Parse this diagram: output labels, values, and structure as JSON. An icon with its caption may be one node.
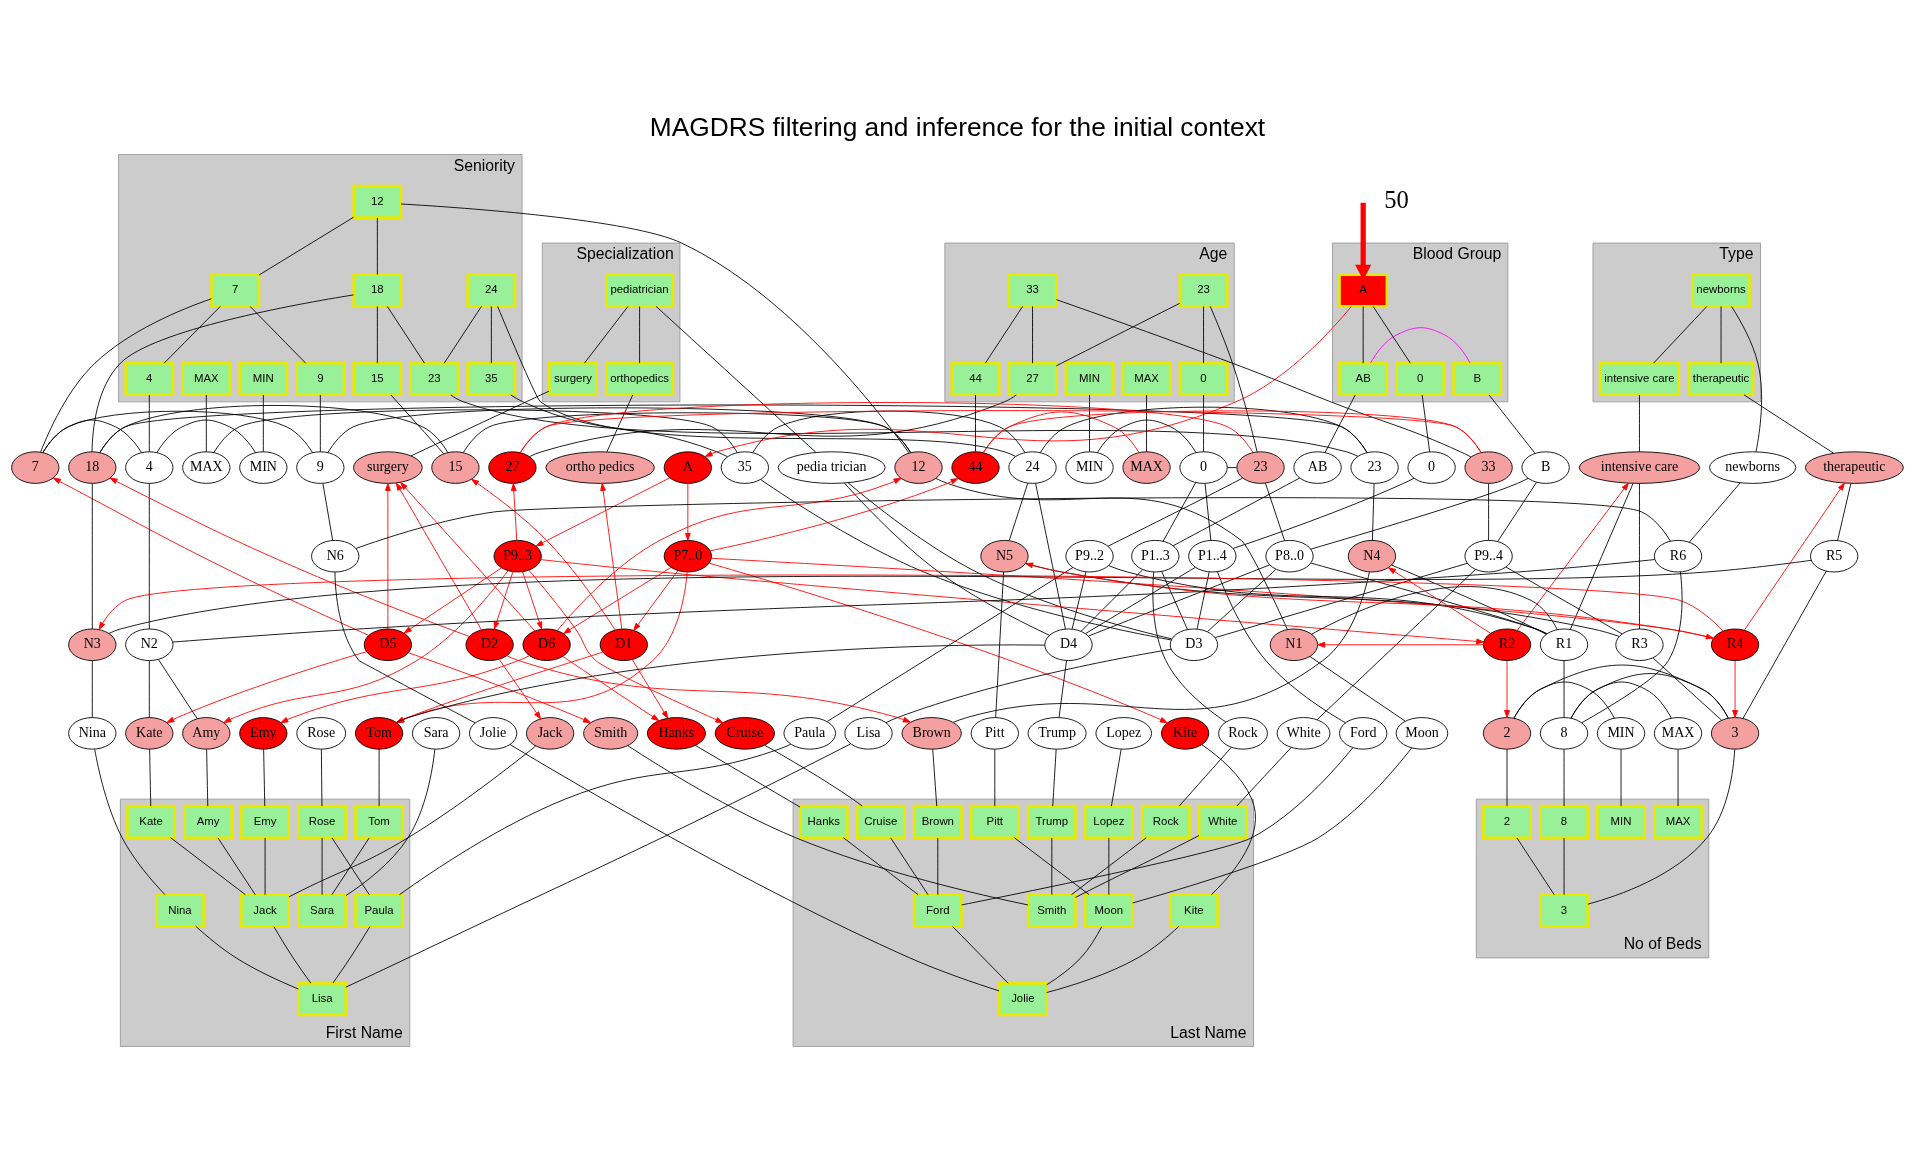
{
  "diagram": {
    "title": "MAGDRS filtering and inference for the initial context",
    "nodes": [
      {
        "text": [
          "Specialization"
        ]
      },
      {
        "text": [
          "pediatrician"
        ],
        "in": 0
      },
      {
        "text": [
          "orthopedics"
        ],
        "in": 0
      },
      {
        "text": [
          "surgery"
        ],
        "in": 0
      },
      {
        "text": [
          "Seniority"
        ]
      },
      {
        "text": [
          "12"
        ],
        "in": 4
      },
      {
        "text": [
          "7"
        ],
        "in": 4
      },
      {
        "text": [
          "18"
        ],
        "in": 4
      },
      {
        "text": [
          "24"
        ],
        "in": 4
      },
      {
        "text": [
          "MIN"
        ],
        "in": 4
      },
      {
        "text": [
          "4"
        ],
        "in": 4
      },
      {
        "text": [
          "9"
        ],
        "in": 4
      },
      {
        "text": [
          "15"
        ],
        "in": 4
      },
      {
        "text": [
          "23"
        ],
        "in": 4
      },
      {
        "text": [
          "35"
        ],
        "in": 4
      },
      {
        "text": [
          "MAX"
        ],
        "in": 4
      },
      {
        "text": [
          "Blood Group"
        ]
      },
      {
        "text": [
          "A"
        ],
        "in": 16
      },
      {
        "text": [
          "0"
        ],
        "in": 16
      },
      {
        "text": [
          "AB"
        ],
        "in": 16
      },
      {
        "text": [
          "B"
        ],
        "in": 16
      },
      {
        "text": [
          "Age"
        ]
      },
      {
        "text": [
          "23"
        ],
        "in": 21
      },
      {
        "text": [
          "33"
        ],
        "in": 21
      },
      {
        "text": [
          "MIN"
        ],
        "in": 21
      },
      {
        "text": [
          "0"
        ],
        "in": 21
      },
      {
        "text": [
          "27"
        ],
        "in": 21
      },
      {
        "text": [
          "44"
        ],
        "in": 21
      },
      {
        "text": [
          "MAX"
        ],
        "in": 21
      },
      {
        "text": [
          "Type"
        ]
      },
      {
        "text": [
          "newborns"
        ],
        "in": 29
      },
      {
        "text": [
          "intensive care"
        ],
        "in": 29
      },
      {
        "text": [
          "therapeutic"
        ],
        "in": 29
      },
      {
        "text": [
          "ortho pedics"
        ]
      },
      {
        "text": [
          "pedia trician"
        ]
      },
      {
        "text": [
          "surgery"
        ]
      },
      {
        "text": [
          "MIN"
        ]
      },
      {
        "text": [
          "4"
        ]
      },
      {
        "text": [
          "7"
        ]
      },
      {
        "text": [
          "9"
        ]
      },
      {
        "text": [
          "12"
        ]
      },
      {
        "text": [
          "15"
        ]
      },
      {
        "text": [
          "18"
        ]
      },
      {
        "text": [
          "23"
        ]
      },
      {
        "text": [
          "24"
        ]
      },
      {
        "text": [
          "35"
        ]
      },
      {
        "text": [
          "MAX"
        ]
      },
      {
        "text": [
          "0"
        ]
      },
      {
        "text": [
          "A"
        ]
      },
      {
        "text": [
          "AB"
        ]
      },
      {
        "text": [
          "B"
        ]
      },
      {
        "text": [
          "MIN"
        ]
      },
      {
        "text": [
          "0"
        ]
      },
      {
        "text": [
          "23"
        ]
      },
      {
        "text": [
          "27"
        ]
      },
      {
        "text": [
          "33"
        ]
      },
      {
        "text": [
          "44"
        ]
      },
      {
        "text": [
          "MAX"
        ]
      },
      {
        "text": [
          "intensive care"
        ]
      },
      {
        "text": [
          "newborns"
        ]
      },
      {
        "text": [
          "therapeutic"
        ]
      },
      {
        "text": [
          "P1..4"
        ]
      },
      {
        "text": [
          "P1..3"
        ]
      },
      {
        "text": [
          "P7..0"
        ]
      },
      {
        "text": [
          "P8..0"
        ]
      },
      {
        "text": [
          "P9..3"
        ]
      },
      {
        "text": [
          "P9..4"
        ]
      },
      {
        "text": [
          "P9..2"
        ]
      },
      {
        "text": [
          "D1"
        ]
      },
      {
        "text": [
          "D2"
        ]
      },
      {
        "text": [
          "D3"
        ]
      },
      {
        "text": [
          "D4"
        ]
      },
      {
        "text": [
          "D5"
        ]
      },
      {
        "text": [
          "D6"
        ]
      },
      {
        "text": [
          "N1"
        ]
      },
      {
        "text": [
          "N2"
        ]
      },
      {
        "text": [
          "N3"
        ]
      },
      {
        "text": [
          "N4"
        ]
      },
      {
        "text": [
          "N5"
        ]
      },
      {
        "text": [
          "N6"
        ]
      },
      {
        "text": [
          "R1"
        ]
      },
      {
        "text": [
          "R2"
        ]
      },
      {
        "text": [
          "R3"
        ]
      },
      {
        "text": [
          "R4"
        ]
      },
      {
        "text": [
          "R5"
        ]
      },
      {
        "text": [
          "R6"
        ]
      },
      {
        "text": [
          "Amy"
        ]
      },
      {
        "text": [
          "Emy"
        ]
      },
      {
        "text": [
          "Jack"
        ]
      },
      {
        "text": [
          "Kate"
        ]
      },
      {
        "text": [
          "Lisa"
        ]
      },
      {
        "text": [
          "Nina"
        ]
      },
      {
        "text": [
          "Paula"
        ]
      },
      {
        "text": [
          "Rose"
        ]
      },
      {
        "text": [
          "Sara"
        ]
      },
      {
        "text": [
          "Tom"
        ]
      },
      {
        "text": [
          "Brown"
        ]
      },
      {
        "text": [
          "Cruise"
        ]
      },
      {
        "text": [
          "Ford"
        ]
      },
      {
        "text": [
          "Hanks"
        ]
      },
      {
        "text": [
          "Jolie"
        ]
      },
      {
        "text": [
          "Kite"
        ]
      },
      {
        "text": [
          "Lopez"
        ]
      },
      {
        "text": [
          "Moon"
        ]
      },
      {
        "text": [
          "Pitt"
        ]
      },
      {
        "text": [
          "Rock"
        ]
      },
      {
        "text": [
          "Smith"
        ]
      },
      {
        "text": [
          "Trump"
        ]
      },
      {
        "text": [
          "White"
        ]
      },
      {
        "text": [
          "MIN"
        ]
      },
      {
        "text": [
          "2"
        ]
      },
      {
        "text": [
          "3"
        ]
      },
      {
        "text": [
          "8"
        ]
      },
      {
        "text": [
          "MAX"
        ]
      },
      {
        "text": [
          "First Name"
        ]
      },
      {
        "text": [
          "Amy"
        ],
        "in": 114
      },
      {
        "text": [
          "Emy"
        ],
        "in": 114
      },
      {
        "text": [
          "Kate"
        ],
        "in": 114
      },
      {
        "text": [
          "Nina"
        ],
        "in": 114
      },
      {
        "text": [
          "Rose"
        ],
        "in": 114
      },
      {
        "text": [
          "Tom"
        ],
        "in": 114
      },
      {
        "text": [
          "Jack"
        ],
        "in": 114
      },
      {
        "text": [
          "Paula"
        ],
        "in": 114
      },
      {
        "text": [
          "Sara"
        ],
        "in": 114
      },
      {
        "text": [
          "Lisa"
        ],
        "in": 114
      },
      {
        "text": [
          "Last Name"
        ]
      },
      {
        "text": [
          "Brown"
        ],
        "in": 125
      },
      {
        "text": [
          "Cruise"
        ],
        "in": 125
      },
      {
        "text": [
          "Hanks"
        ],
        "in": 125
      },
      {
        "text": [
          "Kite"
        ],
        "in": 125
      },
      {
        "text": [
          "Lopez"
        ],
        "in": 125
      },
      {
        "text": [
          "Pitt"
        ],
        "in": 125
      },
      {
        "text": [
          "Rock"
        ],
        "in": 125
      },
      {
        "text": [
          "Trump"
        ],
        "in": 125
      },
      {
        "text": [
          "White"
        ],
        "in": 125
      },
      {
        "text": [
          "Ford"
        ],
        "in": 125
      },
      {
        "text": [
          "Moon"
        ],
        "in": 125
      },
      {
        "text": [
          "Smith"
        ],
        "in": 125
      },
      {
        "text": [
          "Jolie"
        ],
        "in": 125
      },
      {
        "text": [
          "No of Beds"
        ]
      },
      {
        "text": [
          "MIN"
        ],
        "in": 139
      },
      {
        "text": [
          "2"
        ],
        "in": 139
      },
      {
        "text": [
          "8"
        ],
        "in": 139
      },
      {
        "text": [
          "MAX"
        ],
        "in": 139
      },
      {
        "text": [
          "3"
        ],
        "in": 139
      }
    ],
    "edges": [
      {
        "from": 1,
        "to": 2,
        "arrow": "none"
      },
      {
        "from": 1,
        "to": 3,
        "arrow": "none"
      },
      {
        "from": 5,
        "to": 6,
        "arrow": "none"
      },
      {
        "from": 5,
        "to": 7,
        "arrow": "none"
      },
      {
        "from": 6,
        "to": 10,
        "arrow": "none"
      },
      {
        "from": 6,
        "to": 11,
        "arrow": "none"
      },
      {
        "from": 7,
        "to": 12,
        "arrow": "none"
      },
      {
        "from": 7,
        "to": 13,
        "arrow": "none"
      },
      {
        "from": 8,
        "to": 13,
        "arrow": "none"
      },
      {
        "from": 8,
        "to": 14,
        "arrow": "none"
      },
      {
        "from": 17,
        "to": 18,
        "arrow": "none"
      },
      {
        "from": 17,
        "to": 19,
        "arrow": "none"
      },
      {
        "from": 19,
        "to": 20,
        "arrow": "none",
        "color": "#ff00ff"
      },
      {
        "from": 22,
        "to": 25,
        "arrow": "none"
      },
      {
        "from": 22,
        "to": 26,
        "arrow": "none"
      },
      {
        "from": 23,
        "to": 26,
        "arrow": "none"
      },
      {
        "from": 23,
        "to": 27,
        "arrow": "none"
      },
      {
        "from": 30,
        "to": 31,
        "arrow": "none"
      },
      {
        "from": 30,
        "to": 32,
        "arrow": "none"
      },
      {
        "from": 121,
        "to": 115,
        "arrow": "none"
      },
      {
        "from": 121,
        "to": 116,
        "arrow": "none"
      },
      {
        "from": 121,
        "to": 117,
        "arrow": "none"
      },
      {
        "from": 124,
        "to": 121,
        "arrow": "none"
      },
      {
        "from": 124,
        "to": 118,
        "arrow": "none"
      },
      {
        "from": 124,
        "to": 122,
        "arrow": "none"
      },
      {
        "from": 122,
        "to": 119,
        "arrow": "none"
      },
      {
        "from": 123,
        "to": 119,
        "arrow": "none"
      },
      {
        "from": 123,
        "to": 120,
        "arrow": "none"
      },
      {
        "from": 135,
        "to": 126,
        "arrow": "none"
      },
      {
        "from": 135,
        "to": 127,
        "arrow": "none"
      },
      {
        "from": 135,
        "to": 128,
        "arrow": "none"
      },
      {
        "from": 138,
        "to": 135,
        "arrow": "none"
      },
      {
        "from": 138,
        "to": 129,
        "arrow": "none"
      },
      {
        "from": 138,
        "to": 136,
        "arrow": "none"
      },
      {
        "from": 136,
        "to": 130,
        "arrow": "none"
      },
      {
        "from": 136,
        "to": 131,
        "arrow": "none"
      },
      {
        "from": 137,
        "to": 132,
        "arrow": "none"
      },
      {
        "from": 137,
        "to": 133,
        "arrow": "none"
      },
      {
        "from": 137,
        "to": 134,
        "arrow": "none"
      },
      {
        "from": 144,
        "to": 141,
        "arrow": "none"
      },
      {
        "from": 144,
        "to": 142,
        "arrow": "none"
      },
      {
        "from": null,
        "to": 17,
        "arrow": "to",
        "style": "thick",
        "color": "#ff0000"
      },
      {
        "from": 2,
        "to": 33,
        "arrow": "none"
      },
      {
        "from": 1,
        "to": 34,
        "arrow": "none"
      },
      {
        "from": 3,
        "to": 35,
        "arrow": "none"
      },
      {
        "from": 9,
        "to": 36,
        "arrow": "none"
      },
      {
        "from": 10,
        "to": 37,
        "arrow": "none"
      },
      {
        "from": 6,
        "to": 38,
        "arrow": "none"
      },
      {
        "from": 11,
        "to": 39,
        "arrow": "none"
      },
      {
        "from": 5,
        "to": 40,
        "arrow": "none"
      },
      {
        "from": 12,
        "to": 41,
        "arrow": "none"
      },
      {
        "from": 7,
        "to": 42,
        "arrow": "none"
      },
      {
        "from": 13,
        "to": 43,
        "arrow": "none"
      },
      {
        "from": 8,
        "to": 44,
        "arrow": "none"
      },
      {
        "from": 14,
        "to": 45,
        "arrow": "none"
      },
      {
        "from": 15,
        "to": 46,
        "arrow": "none"
      },
      {
        "from": 18,
        "to": 47,
        "arrow": "none"
      },
      {
        "from": 17,
        "to": 48,
        "arrow": "to",
        "color": "#ff0000"
      },
      {
        "from": 19,
        "to": 49,
        "arrow": "none"
      },
      {
        "from": 20,
        "to": 50,
        "arrow": "none"
      },
      {
        "from": 24,
        "to": 51,
        "arrow": "none"
      },
      {
        "from": 25,
        "to": 52,
        "arrow": "none"
      },
      {
        "from": 22,
        "to": 53,
        "arrow": "none"
      },
      {
        "from": 26,
        "to": 54,
        "arrow": "none"
      },
      {
        "from": 23,
        "to": 55,
        "arrow": "none"
      },
      {
        "from": 27,
        "to": 56,
        "arrow": "none"
      },
      {
        "from": 28,
        "to": 57,
        "arrow": "none"
      },
      {
        "from": 31,
        "to": 58,
        "arrow": "none"
      },
      {
        "from": 30,
        "to": 59,
        "arrow": "none"
      },
      {
        "from": 32,
        "to": 60,
        "arrow": "none"
      },
      {
        "from": 115,
        "to": 86,
        "arrow": "none"
      },
      {
        "from": 116,
        "to": 87,
        "arrow": "none"
      },
      {
        "from": 121,
        "to": 88,
        "arrow": "none"
      },
      {
        "from": 117,
        "to": 89,
        "arrow": "none"
      },
      {
        "from": 124,
        "to": 90,
        "arrow": "none"
      },
      {
        "from": 118,
        "to": 91,
        "arrow": "none"
      },
      {
        "from": 122,
        "to": 92,
        "arrow": "none"
      },
      {
        "from": 119,
        "to": 93,
        "arrow": "none"
      },
      {
        "from": 123,
        "to": 94,
        "arrow": "none"
      },
      {
        "from": 120,
        "to": 95,
        "arrow": "none"
      },
      {
        "from": 126,
        "to": 96,
        "arrow": "none"
      },
      {
        "from": 127,
        "to": 97,
        "arrow": "none"
      },
      {
        "from": 135,
        "to": 98,
        "arrow": "none"
      },
      {
        "from": 128,
        "to": 99,
        "arrow": "none"
      },
      {
        "from": 138,
        "to": 100,
        "arrow": "none"
      },
      {
        "from": 129,
        "to": 101,
        "arrow": "none"
      },
      {
        "from": 130,
        "to": 102,
        "arrow": "none"
      },
      {
        "from": 136,
        "to": 103,
        "arrow": "none"
      },
      {
        "from": 131,
        "to": 104,
        "arrow": "none"
      },
      {
        "from": 132,
        "to": 105,
        "arrow": "none"
      },
      {
        "from": 137,
        "to": 106,
        "arrow": "none"
      },
      {
        "from": 133,
        "to": 107,
        "arrow": "none"
      },
      {
        "from": 134,
        "to": 108,
        "arrow": "none"
      },
      {
        "from": 140,
        "to": 109,
        "arrow": "none"
      },
      {
        "from": 141,
        "to": 110,
        "arrow": "none"
      },
      {
        "from": 144,
        "to": 111,
        "arrow": "none"
      },
      {
        "from": 142,
        "to": 112,
        "arrow": "none"
      },
      {
        "from": 143,
        "to": 113,
        "arrow": "none"
      },
      {
        "from": 36,
        "to": 37,
        "arrow": "none"
      },
      {
        "from": 37,
        "to": 38,
        "arrow": "none"
      },
      {
        "from": 38,
        "to": 39,
        "arrow": "none"
      },
      {
        "from": 39,
        "to": 40,
        "arrow": "none"
      },
      {
        "from": 40,
        "to": 41,
        "arrow": "none"
      },
      {
        "from": 41,
        "to": 42,
        "arrow": "none"
      },
      {
        "from": 42,
        "to": 43,
        "arrow": "none"
      },
      {
        "from": 43,
        "to": 44,
        "arrow": "none"
      },
      {
        "from": 44,
        "to": 45,
        "arrow": "none"
      },
      {
        "from": 45,
        "to": 46,
        "arrow": "none"
      },
      {
        "from": 51,
        "to": 52,
        "arrow": "none"
      },
      {
        "from": 52,
        "to": 53,
        "arrow": "none"
      },
      {
        "from": 53,
        "to": 54,
        "arrow": "none",
        "color": "#ff0000"
      },
      {
        "from": 54,
        "to": 55,
        "arrow": "none",
        "color": "#ff0000"
      },
      {
        "from": 55,
        "to": 56,
        "arrow": "none",
        "color": "#ff0000"
      },
      {
        "from": 56,
        "to": 57,
        "arrow": "none",
        "color": "#ff0000"
      },
      {
        "from": 109,
        "to": 110,
        "arrow": "none"
      },
      {
        "from": 110,
        "to": 111,
        "arrow": "none"
      },
      {
        "from": 111,
        "to": 112,
        "arrow": "none"
      },
      {
        "from": 112,
        "to": 113,
        "arrow": "none"
      },
      {
        "from": 48,
        "to": 63,
        "arrow": "to",
        "color": "#ff0000"
      },
      {
        "from": 48,
        "to": 65,
        "arrow": "to",
        "color": "#ff0000"
      },
      {
        "from": 63,
        "to": 56,
        "arrow": "to",
        "color": "#ff0000"
      },
      {
        "from": 65,
        "to": 54,
        "arrow": "to",
        "color": "#ff0000"
      },
      {
        "from": 63,
        "to": 68,
        "arrow": "to",
        "color": "#ff0000"
      },
      {
        "from": 65,
        "to": 69,
        "arrow": "to",
        "color": "#ff0000"
      },
      {
        "from": 65,
        "to": 72,
        "arrow": "to",
        "color": "#ff0000"
      },
      {
        "from": 63,
        "to": 73,
        "arrow": "to",
        "color": "#ff0000"
      },
      {
        "from": 65,
        "to": 73,
        "arrow": "to",
        "color": "#ff0000"
      },
      {
        "from": 68,
        "to": 33,
        "arrow": "to",
        "color": "#ff0000"
      },
      {
        "from": 69,
        "to": 35,
        "arrow": "to",
        "color": "#ff0000"
      },
      {
        "from": 72,
        "to": 35,
        "arrow": "to",
        "color": "#ff0000"
      },
      {
        "from": 73,
        "to": 35,
        "arrow": "to",
        "color": "#ff0000"
      },
      {
        "from": 72,
        "to": 38,
        "arrow": "to",
        "color": "#ff0000"
      },
      {
        "from": 73,
        "to": 40,
        "arrow": "to",
        "color": "#ff0000"
      },
      {
        "from": 68,
        "to": 41,
        "arrow": "to",
        "color": "#ff0000"
      },
      {
        "from": 69,
        "to": 42,
        "arrow": "to",
        "color": "#ff0000"
      },
      {
        "from": 68,
        "to": 95,
        "arrow": "to",
        "color": "#ff0000"
      },
      {
        "from": 68,
        "to": 99,
        "arrow": "to",
        "color": "#ff0000"
      },
      {
        "from": 69,
        "to": 88,
        "arrow": "to",
        "color": "#ff0000"
      },
      {
        "from": 69,
        "to": 96,
        "arrow": "to",
        "color": "#ff0000"
      },
      {
        "from": 72,
        "to": 89,
        "arrow": "to",
        "color": "#ff0000"
      },
      {
        "from": 72,
        "to": 106,
        "arrow": "to",
        "color": "#ff0000"
      },
      {
        "from": 73,
        "to": 87,
        "arrow": "to",
        "color": "#ff0000"
      },
      {
        "from": 73,
        "to": 99,
        "arrow": "to",
        "color": "#ff0000"
      },
      {
        "from": 65,
        "to": 86,
        "arrow": "to",
        "color": "#ff0000"
      },
      {
        "from": 63,
        "to": 101,
        "arrow": "to",
        "color": "#ff0000"
      },
      {
        "from": 65,
        "to": 97,
        "arrow": "to",
        "color": "#ff0000"
      },
      {
        "from": 63,
        "to": 95,
        "arrow": "to",
        "color": "#ff0000"
      },
      {
        "from": 63,
        "to": 83,
        "arrow": "to",
        "color": "#ff0000"
      },
      {
        "from": 65,
        "to": 81,
        "arrow": "to",
        "color": "#ff0000"
      },
      {
        "from": 81,
        "to": 58,
        "arrow": "to",
        "color": "#ff0000"
      },
      {
        "from": 83,
        "to": 60,
        "arrow": "to",
        "color": "#ff0000"
      },
      {
        "from": 83,
        "to": 76,
        "arrow": "to",
        "color": "#ff0000"
      },
      {
        "from": 83,
        "to": 78,
        "arrow": "to",
        "color": "#ff0000"
      },
      {
        "from": 81,
        "to": 77,
        "arrow": "to",
        "color": "#ff0000"
      },
      {
        "from": 81,
        "to": 74,
        "arrow": "to",
        "color": "#ff0000"
      },
      {
        "from": 81,
        "to": 110,
        "arrow": "to",
        "color": "#ff0000"
      },
      {
        "from": 83,
        "to": 111,
        "arrow": "to",
        "color": "#ff0000"
      },
      {
        "from": 47,
        "to": 61,
        "arrow": "none"
      },
      {
        "from": 52,
        "to": 61,
        "arrow": "none"
      },
      {
        "from": 61,
        "to": 70,
        "arrow": "none"
      },
      {
        "from": 61,
        "to": 71,
        "arrow": "none"
      },
      {
        "from": 61,
        "to": 98,
        "arrow": "none"
      },
      {
        "from": 49,
        "to": 62,
        "arrow": "none"
      },
      {
        "from": 52,
        "to": 62,
        "arrow": "none"
      },
      {
        "from": 62,
        "to": 70,
        "arrow": "none"
      },
      {
        "from": 62,
        "to": 71,
        "arrow": "none"
      },
      {
        "from": 62,
        "to": 105,
        "arrow": "none"
      },
      {
        "from": 50,
        "to": 64,
        "arrow": "none"
      },
      {
        "from": 53,
        "to": 64,
        "arrow": "none"
      },
      {
        "from": 64,
        "to": 70,
        "arrow": "none"
      },
      {
        "from": 64,
        "to": 71,
        "arrow": "none"
      },
      {
        "from": 64,
        "to": 80,
        "arrow": "none"
      },
      {
        "from": 55,
        "to": 66,
        "arrow": "none"
      },
      {
        "from": 50,
        "to": 66,
        "arrow": "none"
      },
      {
        "from": 66,
        "to": 70,
        "arrow": "none"
      },
      {
        "from": 66,
        "to": 82,
        "arrow": "none"
      },
      {
        "from": 66,
        "to": 108,
        "arrow": "none"
      },
      {
        "from": 53,
        "to": 67,
        "arrow": "none"
      },
      {
        "from": 67,
        "to": 71,
        "arrow": "none"
      },
      {
        "from": 67,
        "to": 80,
        "arrow": "none"
      },
      {
        "from": 67,
        "to": 92,
        "arrow": "none"
      },
      {
        "from": 70,
        "to": 34,
        "arrow": "none"
      },
      {
        "from": 70,
        "to": 45,
        "arrow": "none"
      },
      {
        "from": 70,
        "to": 90,
        "arrow": "none"
      },
      {
        "from": 71,
        "to": 34,
        "arrow": "none"
      },
      {
        "from": 71,
        "to": 44,
        "arrow": "none"
      },
      {
        "from": 71,
        "to": 95,
        "arrow": "none"
      },
      {
        "from": 71,
        "to": 107,
        "arrow": "none"
      },
      {
        "from": 40,
        "to": 74,
        "arrow": "none"
      },
      {
        "from": 74,
        "to": 80,
        "arrow": "none"
      },
      {
        "from": 74,
        "to": 103,
        "arrow": "none"
      },
      {
        "from": 37,
        "to": 75,
        "arrow": "none"
      },
      {
        "from": 75,
        "to": 85,
        "arrow": "none"
      },
      {
        "from": 75,
        "to": 86,
        "arrow": "none"
      },
      {
        "from": 75,
        "to": 89,
        "arrow": "none"
      },
      {
        "from": 42,
        "to": 76,
        "arrow": "none"
      },
      {
        "from": 76,
        "to": 84,
        "arrow": "none"
      },
      {
        "from": 76,
        "to": 91,
        "arrow": "none"
      },
      {
        "from": 43,
        "to": 77,
        "arrow": "none"
      },
      {
        "from": 77,
        "to": 80,
        "arrow": "none"
      },
      {
        "from": 77,
        "to": 96,
        "arrow": "none"
      },
      {
        "from": 44,
        "to": 78,
        "arrow": "none"
      },
      {
        "from": 78,
        "to": 82,
        "arrow": "none"
      },
      {
        "from": 78,
        "to": 104,
        "arrow": "none"
      },
      {
        "from": 39,
        "to": 79,
        "arrow": "none"
      },
      {
        "from": 79,
        "to": 85,
        "arrow": "none"
      },
      {
        "from": 79,
        "to": 100,
        "arrow": "none"
      },
      {
        "from": 58,
        "to": 80,
        "arrow": "none"
      },
      {
        "from": 80,
        "to": 112,
        "arrow": "none"
      },
      {
        "from": 58,
        "to": 82,
        "arrow": "none"
      },
      {
        "from": 82,
        "to": 111,
        "arrow": "none"
      },
      {
        "from": 60,
        "to": 84,
        "arrow": "none"
      },
      {
        "from": 84,
        "to": 111,
        "arrow": "none"
      },
      {
        "from": 59,
        "to": 85,
        "arrow": "none"
      },
      {
        "from": 85,
        "to": 112,
        "arrow": "none"
      }
    ],
    "labels": [
      "50"
    ]
  }
}
